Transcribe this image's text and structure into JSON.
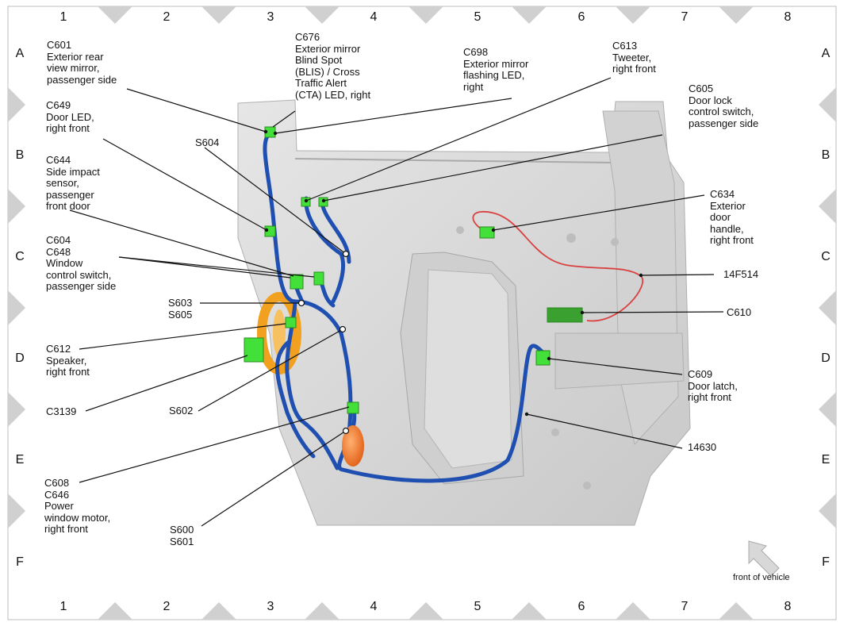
{
  "grid": {
    "columns": [
      "1",
      "2",
      "3",
      "4",
      "5",
      "6",
      "7",
      "8"
    ],
    "rows": [
      "A",
      "B",
      "C",
      "D",
      "E",
      "F"
    ]
  },
  "callouts": {
    "c601": "C601\nExterior rear\nview mirror,\npassenger side",
    "c676": "C676\nExterior mirror\nBlind Spot\n(BLIS) / Cross\nTraffic Alert\n(CTA) LED, right",
    "c698": "C698\nExterior mirror\nflashing LED,\nright",
    "c613": "C613\nTweeter,\nright front",
    "c605": "C605\nDoor lock\ncontrol switch,\npassenger side",
    "c649": "C649\nDoor LED,\nright front",
    "s604": "S604",
    "c644": "C644\nSide impact\nsensor,\npassenger\nfront door",
    "c634": "C634\nExterior\ndoor\nhandle,\nright front",
    "c604_c648": "C604\nC648\nWindow\ncontrol switch,\npassenger side",
    "w14f514": "14F514",
    "s603_s605": "S603\nS605",
    "c610": "C610",
    "c612": "C612\nSpeaker,\nright front",
    "c609": "C609\nDoor latch,\nright front",
    "c3139": "C3139",
    "s602": "S602",
    "w14630": "14630",
    "c608_c646": "C608\nC646\nPower\nwindow motor,\nright front",
    "s600_s601": "S600\nS601",
    "front_of_vehicle": "front of vehicle"
  },
  "colors": {
    "harness": "#1f4fb0",
    "connector": "#44e03a",
    "speaker": "#f2a020",
    "motor": "#f07018",
    "tweeter_wire": "#d94040",
    "panel": "#d8d8d8",
    "border_triangle": "#d0d0d0"
  }
}
